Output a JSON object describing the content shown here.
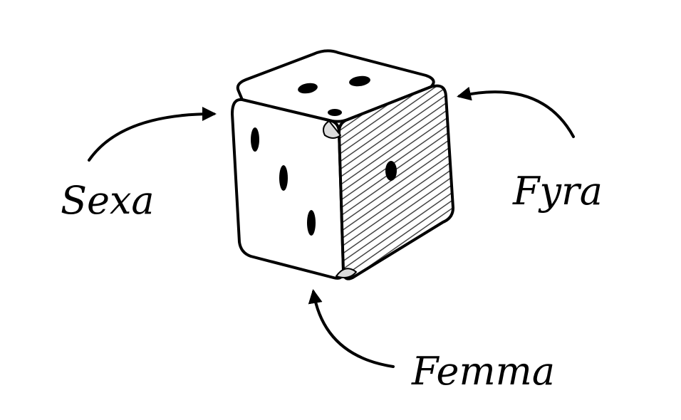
{
  "labels": {
    "left_face": "Sexa",
    "right_face": "Fyra",
    "bottom_corner": "Femma"
  },
  "colors": {
    "ink": "#000000",
    "face": "#ffffff",
    "shade": "#555555"
  }
}
